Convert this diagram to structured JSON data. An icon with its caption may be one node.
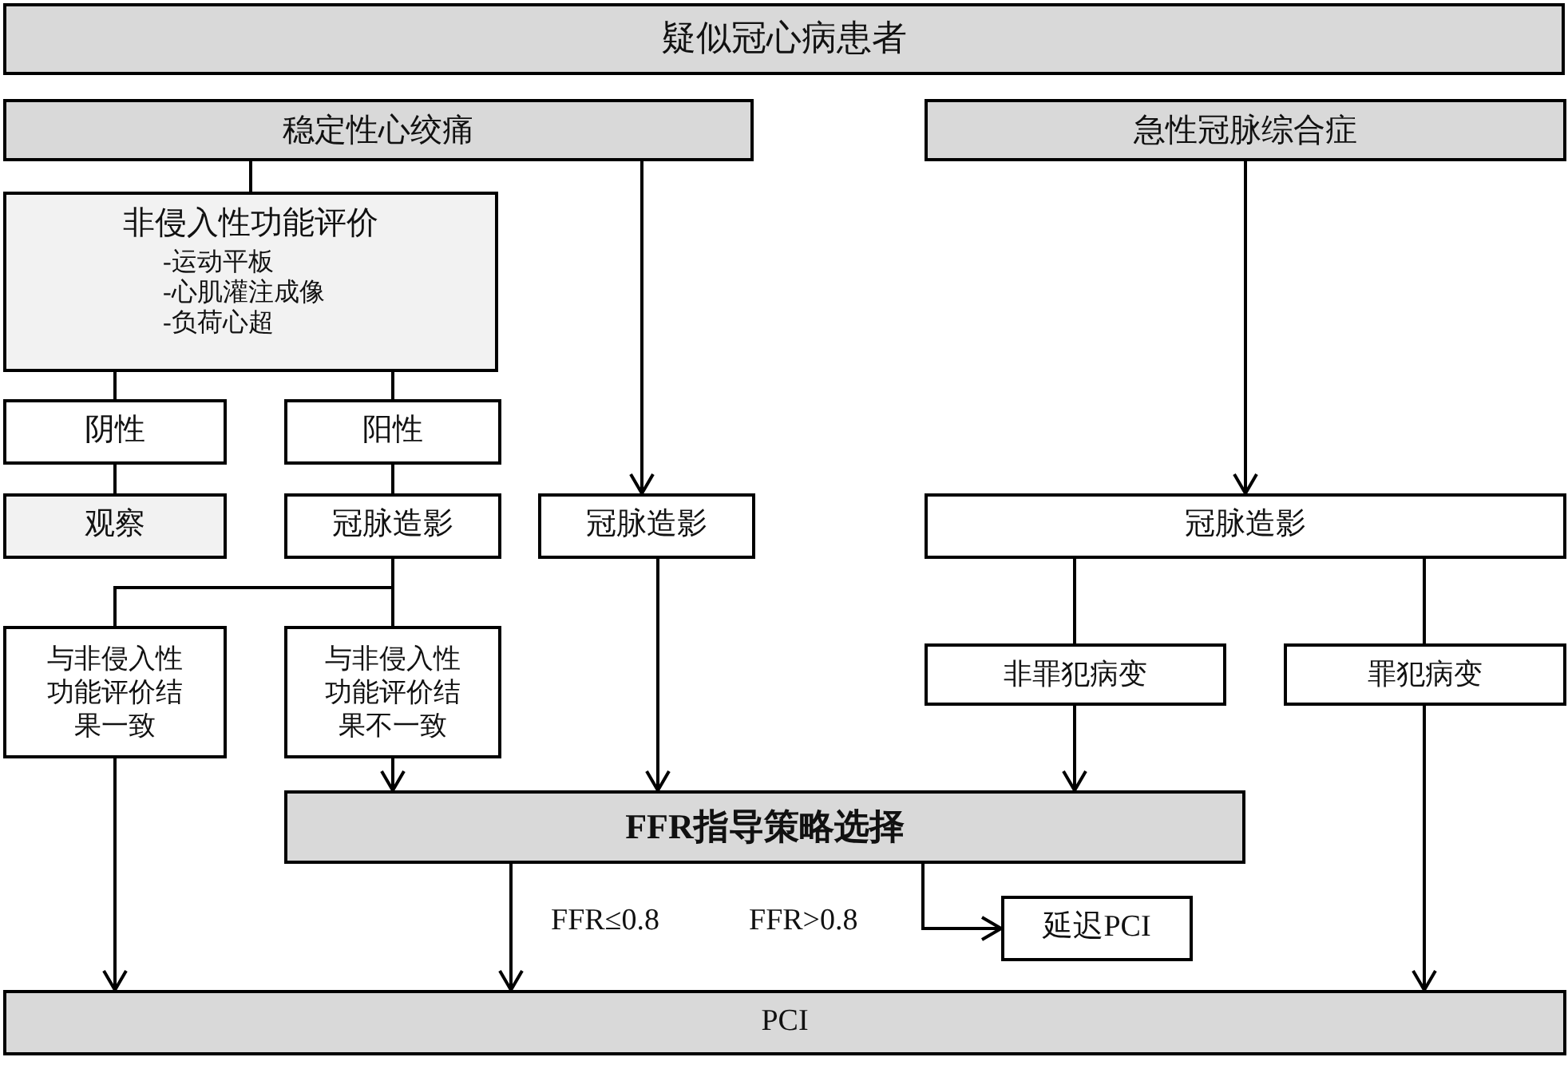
{
  "diagram": {
    "nodes": [
      {
        "text": [
          "疑似冠心病患者"
        ]
      },
      {
        "text": [
          "稳定性心绞痛"
        ]
      },
      {
        "text": [
          "急性冠脉综合症"
        ]
      },
      {
        "text": [
          "非侵入性功能评价",
          "-运动平板",
          "-心肌灌注成像",
          "-负荷心超"
        ]
      },
      {
        "text": [
          "阴性"
        ]
      },
      {
        "text": [
          "阳性"
        ]
      },
      {
        "text": [
          "观察"
        ]
      },
      {
        "text": [
          "冠脉造影"
        ]
      },
      {
        "text": [
          "冠脉造影"
        ]
      },
      {
        "text": [
          "冠脉造影"
        ]
      },
      {
        "text": [
          "与非侵入性功能评价结果一致"
        ]
      },
      {
        "text": [
          "与非侵入性功能评价结果不一致"
        ]
      },
      {
        "text": [
          "非罪犯病变"
        ]
      },
      {
        "text": [
          "罪犯病变"
        ]
      },
      {
        "text": [
          "FFR指导策略选择"
        ]
      },
      {
        "text": [
          "延迟PCI"
        ]
      },
      {
        "text": [
          "PCI"
        ]
      }
    ],
    "edges": [
      {
        "from": 1,
        "to": 3,
        "arrow": "none"
      },
      {
        "from": 1,
        "to": 8,
        "arrow": "to"
      },
      {
        "from": 2,
        "to": 9,
        "arrow": "to"
      },
      {
        "from": 3,
        "to": 4,
        "arrow": "none"
      },
      {
        "from": 3,
        "to": 5,
        "arrow": "none"
      },
      {
        "from": 4,
        "to": 6,
        "arrow": "none"
      },
      {
        "from": 5,
        "to": 7,
        "arrow": "none"
      },
      {
        "from": 7,
        "to": 10,
        "arrow": "none"
      },
      {
        "from": 7,
        "to": 11,
        "arrow": "none"
      },
      {
        "from": 8,
        "to": 14,
        "arrow": "to"
      },
      {
        "from": 11,
        "to": 14,
        "arrow": "to"
      },
      {
        "from": 9,
        "to": 12,
        "arrow": "none"
      },
      {
        "from": 9,
        "to": 13,
        "arrow": "none"
      },
      {
        "from": 12,
        "to": 14,
        "arrow": "to"
      },
      {
        "from": 10,
        "to": 16,
        "arrow": "to"
      },
      {
        "from": 14,
        "to": 16,
        "arrow": "to",
        "label": "FFR≤0.8"
      },
      {
        "from": 14,
        "to": 15,
        "arrow": "to",
        "label": "FFR>0.8"
      },
      {
        "from": 13,
        "to": 16,
        "arrow": "to"
      }
    ]
  }
}
